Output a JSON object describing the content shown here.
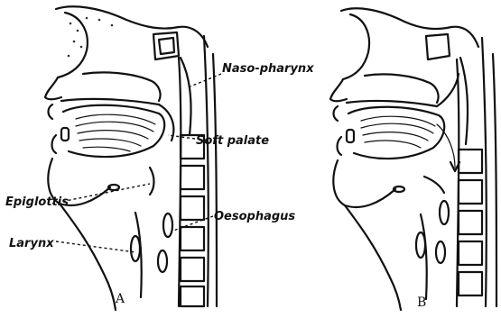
{
  "labels": {
    "naso_pharynx": "Naso-pharynx",
    "soft_palate": "Soft palate",
    "epiglottis": "Epiglottis",
    "oesophagus": "Oesophagus",
    "larynx": "Larynx"
  },
  "panels": {
    "a": "A",
    "b": "B"
  },
  "colors": {
    "ink": "#111111",
    "background": "#ffffff"
  }
}
